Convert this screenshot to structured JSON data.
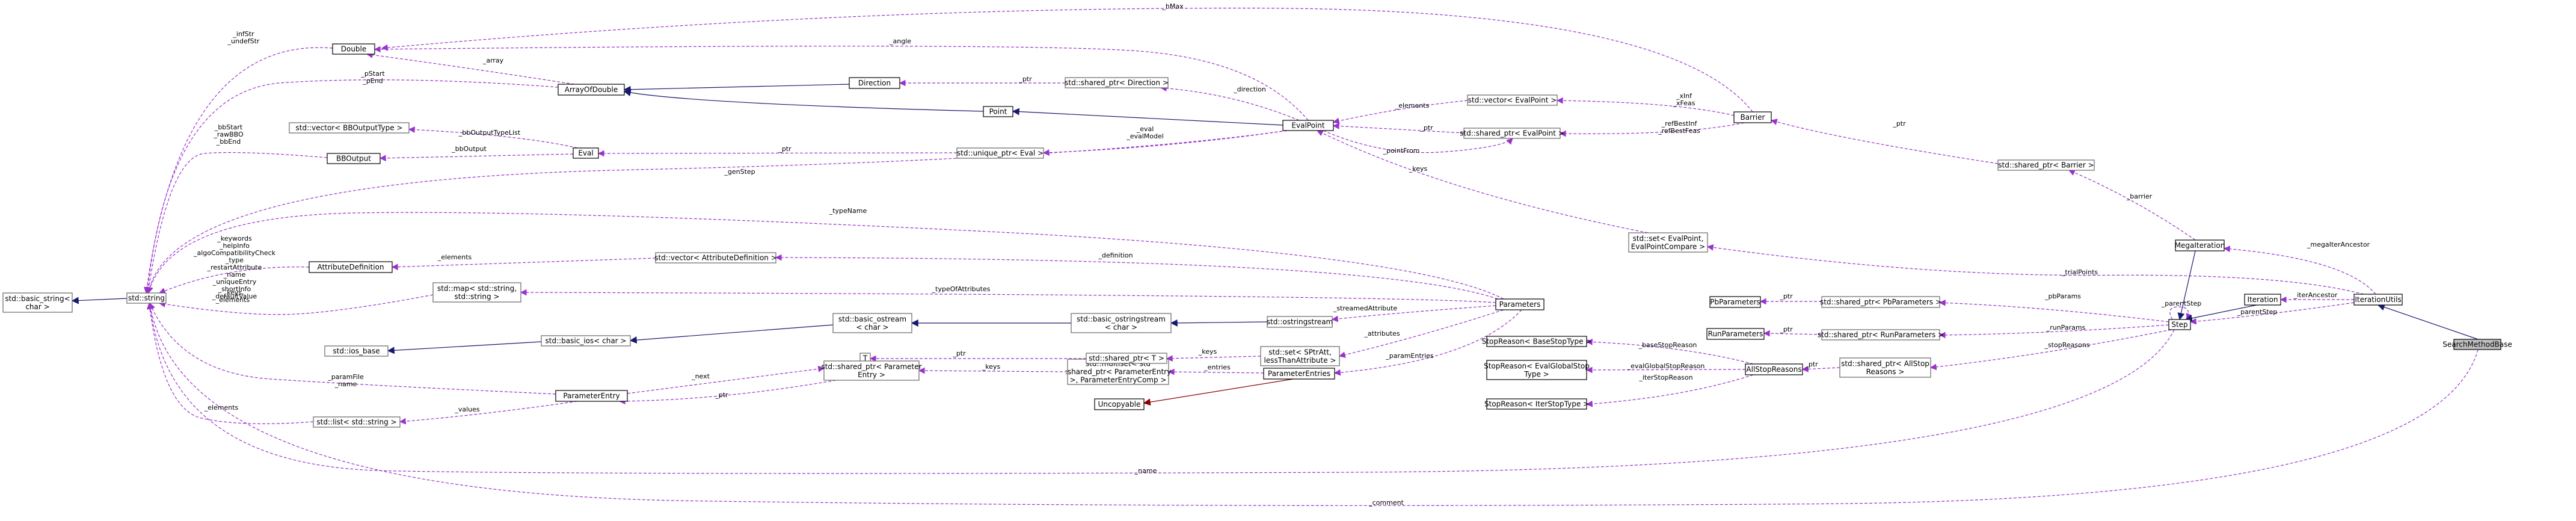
{
  "diagram": {
    "type": "collaboration-graph",
    "colors": {
      "usage_edge": "#9a32cd",
      "inheritance_edge": "#191970",
      "private_inheritance_edge": "#8b0000",
      "template_edge": "#ffa500",
      "highlight_node": "#bfbfbf",
      "node_border": "#666666"
    },
    "nodes": [
      {
        "id": "search_method_base",
        "lines": [
          "SearchMethodBase"
        ],
        "style": "highlight"
      },
      {
        "id": "iteration_utils",
        "lines": [
          "IterationUtils"
        ],
        "style": "solid"
      },
      {
        "id": "iteration",
        "lines": [
          "Iteration"
        ],
        "style": "solid"
      },
      {
        "id": "mega_iteration",
        "lines": [
          "MegaIteration"
        ],
        "style": "solid"
      },
      {
        "id": "step",
        "lines": [
          "Step"
        ],
        "style": "solid"
      },
      {
        "id": "all_stop_reasons",
        "lines": [
          "AllStopReasons"
        ],
        "style": "solid"
      },
      {
        "id": "stop_reason_iter",
        "lines": [
          "StopReason< IterStopType >"
        ],
        "style": "solid"
      },
      {
        "id": "stop_reason_evalglobal",
        "lines": [
          "StopReason< EvalGlobalStop",
          "Type >"
        ],
        "style": "solid"
      },
      {
        "id": "stop_reason_base",
        "lines": [
          "StopReason< BaseStopType >"
        ],
        "style": "solid"
      },
      {
        "id": "sp_allstop",
        "lines": [
          "std::shared_ptr< AllStop",
          "Reasons >"
        ],
        "style": "template"
      },
      {
        "id": "sp_runparams",
        "lines": [
          "std::shared_ptr< RunParameters >"
        ],
        "style": "template"
      },
      {
        "id": "sp_pbparams",
        "lines": [
          "std::shared_ptr< PbParameters >"
        ],
        "style": "template"
      },
      {
        "id": "run_parameters",
        "lines": [
          "RunParameters"
        ],
        "style": "solid"
      },
      {
        "id": "pb_parameters",
        "lines": [
          "PbParameters"
        ],
        "style": "solid"
      },
      {
        "id": "parameters",
        "lines": [
          "Parameters"
        ],
        "style": "solid"
      },
      {
        "id": "parameter_entries",
        "lines": [
          "ParameterEntries"
        ],
        "style": "solid"
      },
      {
        "id": "uncopyable",
        "lines": [
          "Uncopyable"
        ],
        "style": "solid"
      },
      {
        "id": "multiset",
        "lines": [
          "std::multiset< std",
          ":shared_ptr< ParameterEntry",
          ">, ParameterEntryComp >"
        ],
        "style": "template"
      },
      {
        "id": "set_sptratt",
        "lines": [
          "std::set< SPtrAtt,",
          "lessThanAttribute >"
        ],
        "style": "template"
      },
      {
        "id": "ostringstream",
        "lines": [
          "std::ostringstream"
        ],
        "style": "template"
      },
      {
        "id": "basic_ostringstream",
        "lines": [
          "std::basic_ostringstream",
          "< char >"
        ],
        "style": "template"
      },
      {
        "id": "basic_ostream",
        "lines": [
          "std::basic_ostream",
          "< char >"
        ],
        "style": "template"
      },
      {
        "id": "basic_ios",
        "lines": [
          "std::basic_ios< char >"
        ],
        "style": "template"
      },
      {
        "id": "ios_base",
        "lines": [
          "std::ios_base"
        ],
        "style": "template"
      },
      {
        "id": "sp_T",
        "lines": [
          "std::shared_ptr< T >"
        ],
        "style": "template"
      },
      {
        "id": "T",
        "lines": [
          "T"
        ],
        "style": "template"
      },
      {
        "id": "sp_param_entry",
        "lines": [
          "std::shared_ptr< Parameter",
          "Entry >"
        ],
        "style": "template"
      },
      {
        "id": "parameter_entry",
        "lines": [
          "ParameterEntry"
        ],
        "style": "solid"
      },
      {
        "id": "list_string",
        "lines": [
          "std::list< std::string >"
        ],
        "style": "template"
      },
      {
        "id": "map_string",
        "lines": [
          "std::map< std::string,",
          "std::string >"
        ],
        "style": "template"
      },
      {
        "id": "vector_attrdef",
        "lines": [
          "std::vector< AttributeDefinition >"
        ],
        "style": "template"
      },
      {
        "id": "attribute_definition",
        "lines": [
          "AttributeDefinition"
        ],
        "style": "solid"
      },
      {
        "id": "std_string",
        "lines": [
          "std::string"
        ],
        "style": "template"
      },
      {
        "id": "basic_string",
        "lines": [
          "std::basic_string<",
          "char >"
        ],
        "style": "template"
      },
      {
        "id": "double",
        "lines": [
          "Double"
        ],
        "style": "solid"
      },
      {
        "id": "array_of_double",
        "lines": [
          "ArrayOfDouble"
        ],
        "style": "solid"
      },
      {
        "id": "direction",
        "lines": [
          "Direction"
        ],
        "style": "solid"
      },
      {
        "id": "point",
        "lines": [
          "Point"
        ],
        "style": "solid"
      },
      {
        "id": "eval_point",
        "lines": [
          "EvalPoint"
        ],
        "style": "solid"
      },
      {
        "id": "sp_direction",
        "lines": [
          "std::shared_ptr< Direction >"
        ],
        "style": "template"
      },
      {
        "id": "vector_bboutputtype",
        "lines": [
          "std::vector< BBOutputType >"
        ],
        "style": "template"
      },
      {
        "id": "bb_output",
        "lines": [
          "BBOutput"
        ],
        "style": "solid"
      },
      {
        "id": "eval",
        "lines": [
          "Eval"
        ],
        "style": "solid"
      },
      {
        "id": "unique_ptr_eval",
        "lines": [
          "std::unique_ptr< Eval >"
        ],
        "style": "template"
      },
      {
        "id": "vector_evalpoint",
        "lines": [
          "std::vector< EvalPoint >"
        ],
        "style": "template"
      },
      {
        "id": "sp_evalpoint",
        "lines": [
          "std::shared_ptr< EvalPoint >"
        ],
        "style": "template"
      },
      {
        "id": "barrier",
        "lines": [
          "Barrier"
        ],
        "style": "solid"
      },
      {
        "id": "sp_barrier",
        "lines": [
          "std::shared_ptr< Barrier >"
        ],
        "style": "template"
      },
      {
        "id": "set_evalpoint",
        "lines": [
          "std::set< EvalPoint,",
          "EvalPointCompare >"
        ],
        "style": "template"
      }
    ],
    "edges": [
      {
        "id": "e1",
        "label": [
          "_hMax"
        ],
        "kind": "use"
      },
      {
        "id": "e2",
        "label": [
          "_infStr",
          "_undefStr"
        ],
        "kind": "use"
      },
      {
        "id": "e3",
        "label": [
          "_angle"
        ],
        "kind": "use"
      },
      {
        "id": "e4",
        "label": [
          "_array"
        ],
        "kind": "use"
      },
      {
        "id": "e5",
        "label": [
          "_pStart",
          "_pEnd"
        ],
        "kind": "use"
      },
      {
        "id": "e6",
        "label": [
          "_direction"
        ],
        "kind": "use"
      },
      {
        "id": "e7",
        "label": [
          "_ptr"
        ],
        "kind": "use"
      },
      {
        "id": "e8",
        "label": [],
        "kind": "inherit"
      },
      {
        "id": "e9",
        "label": [],
        "kind": "inherit"
      },
      {
        "id": "e10",
        "label": [],
        "kind": "inherit"
      },
      {
        "id": "e11",
        "label": [
          "_bbOutputTypeList"
        ],
        "kind": "use"
      },
      {
        "id": "e12",
        "label": [
          "_bbOutput"
        ],
        "kind": "use"
      },
      {
        "id": "e13",
        "label": [
          "_bbStart",
          "_rawBBO",
          "_bbEnd"
        ],
        "kind": "use"
      },
      {
        "id": "e14",
        "label": [
          "_ptr"
        ],
        "kind": "use"
      },
      {
        "id": "e15",
        "label": [
          "_eval",
          "_evalModel"
        ],
        "kind": "use"
      },
      {
        "id": "e16",
        "label": [
          "_genStep"
        ],
        "kind": "use"
      },
      {
        "id": "e17",
        "label": [
          "_elements"
        ],
        "kind": "use"
      },
      {
        "id": "e18",
        "label": [
          "_xInf",
          "_xFeas"
        ],
        "kind": "use"
      },
      {
        "id": "e19",
        "label": [
          "_ptr"
        ],
        "kind": "use"
      },
      {
        "id": "e20",
        "label": [
          "_pointFrom"
        ],
        "kind": "use"
      },
      {
        "id": "e21",
        "label": [
          "_refBestInf",
          "_refBestFeas"
        ],
        "kind": "use"
      },
      {
        "id": "e22",
        "label": [
          "_ptr"
        ],
        "kind": "use"
      },
      {
        "id": "e23",
        "label": [
          "_barrier"
        ],
        "kind": "use"
      },
      {
        "id": "e24",
        "label": [
          "_keys"
        ],
        "kind": "use"
      },
      {
        "id": "e25",
        "label": [
          "_trialPoints"
        ],
        "kind": "use"
      },
      {
        "id": "e26",
        "label": [
          "_megaIterAncestor"
        ],
        "kind": "use"
      },
      {
        "id": "e27",
        "label": [
          "_iterAncestor"
        ],
        "kind": "use"
      },
      {
        "id": "e28",
        "label": [
          "_parentStep"
        ],
        "kind": "use"
      },
      {
        "id": "e29",
        "label": [
          "_parentStep"
        ],
        "kind": "use"
      },
      {
        "id": "e30",
        "label": [],
        "kind": "inherit"
      },
      {
        "id": "e31",
        "label": [],
        "kind": "inherit"
      },
      {
        "id": "e32",
        "label": [],
        "kind": "inherit"
      },
      {
        "id": "e33",
        "label": [
          "_typeName"
        ],
        "kind": "use"
      },
      {
        "id": "e34",
        "label": [
          "_definition"
        ],
        "kind": "use"
      },
      {
        "id": "e35",
        "label": [
          "_elements"
        ],
        "kind": "use"
      },
      {
        "id": "e36",
        "label": [
          "_keywords",
          "_helpInfo",
          "_algoCompatibilityCheck",
          "_type",
          "_restartAttribute",
          "_name",
          "_uniqueEntry",
          "_shortInfo",
          "_defaultValue"
        ],
        "kind": "use"
      },
      {
        "id": "e37",
        "label": [],
        "kind": "inherit"
      },
      {
        "id": "e38",
        "label": [
          "_typeOfAttributes"
        ],
        "kind": "use"
      },
      {
        "id": "e39",
        "label": [
          "_keys",
          "_elements"
        ],
        "kind": "use"
      },
      {
        "id": "e40",
        "label": [
          "_streamedAttribute"
        ],
        "kind": "use"
      },
      {
        "id": "e41",
        "label": [],
        "kind": "inherit"
      },
      {
        "id": "e42",
        "label": [],
        "kind": "inherit"
      },
      {
        "id": "e43",
        "label": [],
        "kind": "inherit"
      },
      {
        "id": "e44",
        "label": [],
        "kind": "inherit"
      },
      {
        "id": "e45",
        "label": [
          "_attributes"
        ],
        "kind": "use"
      },
      {
        "id": "e46",
        "label": [
          "_keys"
        ],
        "kind": "use"
      },
      {
        "id": "e47",
        "label": [
          "_ptr"
        ],
        "kind": "use"
      },
      {
        "id": "e48",
        "label": [
          "_paramEntries"
        ],
        "kind": "use"
      },
      {
        "id": "e49",
        "label": [
          "_entries"
        ],
        "kind": "use"
      },
      {
        "id": "e50",
        "label": [],
        "kind": "private"
      },
      {
        "id": "e51",
        "label": [
          "_keys"
        ],
        "kind": "use"
      },
      {
        "id": "e52",
        "label": [
          "_next"
        ],
        "kind": "use"
      },
      {
        "id": "e53",
        "label": [
          "_ptr"
        ],
        "kind": "use"
      },
      {
        "id": "e54",
        "label": [
          "_paramFile",
          "_name"
        ],
        "kind": "use"
      },
      {
        "id": "e55",
        "label": [
          "_values"
        ],
        "kind": "use"
      },
      {
        "id": "e56",
        "label": [
          "_elements"
        ],
        "kind": "use"
      },
      {
        "id": "e57",
        "label": [
          "_pbParams"
        ],
        "kind": "use"
      },
      {
        "id": "e58",
        "label": [
          "_ptr"
        ],
        "kind": "use"
      },
      {
        "id": "e59",
        "label": [
          "_runParams"
        ],
        "kind": "use"
      },
      {
        "id": "e60",
        "label": [
          "_ptr"
        ],
        "kind": "use"
      },
      {
        "id": "e61",
        "label": [
          "_stopReasons"
        ],
        "kind": "use"
      },
      {
        "id": "e62",
        "label": [
          "_ptr"
        ],
        "kind": "use"
      },
      {
        "id": "e63",
        "label": [
          "_baseStopReason"
        ],
        "kind": "use"
      },
      {
        "id": "e64",
        "label": [
          "_evalGlobalStopReason"
        ],
        "kind": "use"
      },
      {
        "id": "e65",
        "label": [
          "_iterStopReason"
        ],
        "kind": "use"
      },
      {
        "id": "e66",
        "label": [
          "_name"
        ],
        "kind": "use"
      },
      {
        "id": "e67",
        "label": [
          "_comment"
        ],
        "kind": "use"
      }
    ]
  }
}
